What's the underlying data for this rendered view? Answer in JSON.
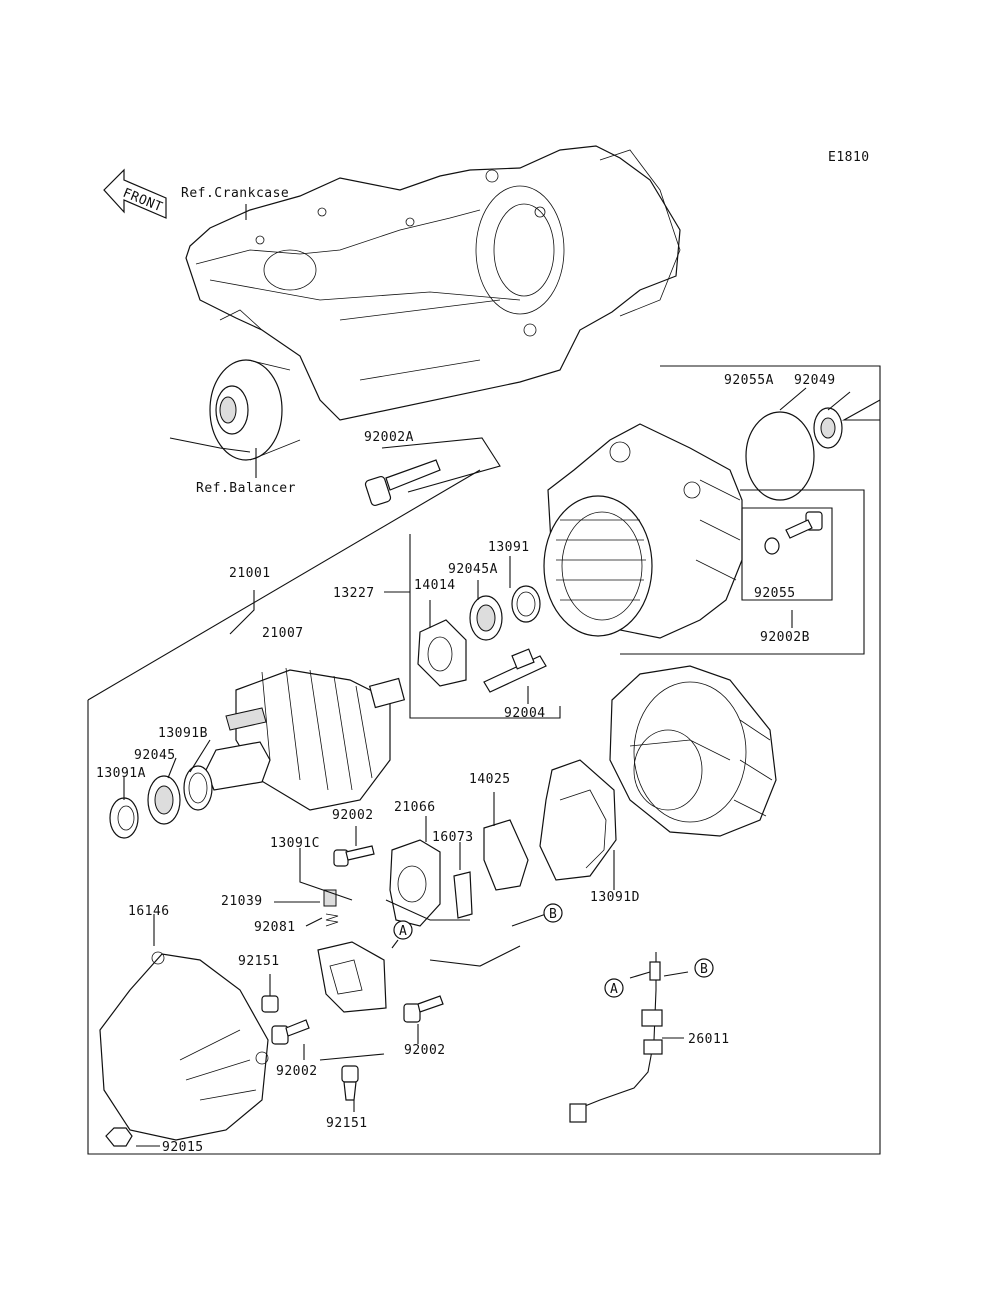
{
  "diagram_code": "E1810",
  "front_arrow_text": "FRONT",
  "refs": {
    "crankcase": "Ref.Crankcase",
    "balancer": "Ref.Balancer"
  },
  "parts": {
    "p92055A": "92055A",
    "p92049": "92049",
    "p92002A": "92002A",
    "p21001": "21001",
    "p13091": "13091",
    "p13227": "13227",
    "p14014": "14014",
    "p92045A": "92045A",
    "p92055": "92055",
    "p92002B": "92002B",
    "p21007": "21007",
    "p92004": "92004",
    "p13091B": "13091B",
    "p92045": "92045",
    "p13091A": "13091A",
    "p14025": "14025",
    "p21066": "21066",
    "p92002_top": "92002",
    "p16073": "16073",
    "p13091C": "13091C",
    "p13091D": "13091D",
    "p21039": "21039",
    "p16146": "16146",
    "p92081": "92081",
    "p92151_top": "92151",
    "p92002_mid": "92002",
    "p92002_right": "92002",
    "p26011": "26011",
    "p92151_bottom": "92151",
    "p92015": "92015"
  },
  "connectors": {
    "a_left": "A",
    "b_left": "B",
    "a_right": "A",
    "b_right": "B"
  }
}
